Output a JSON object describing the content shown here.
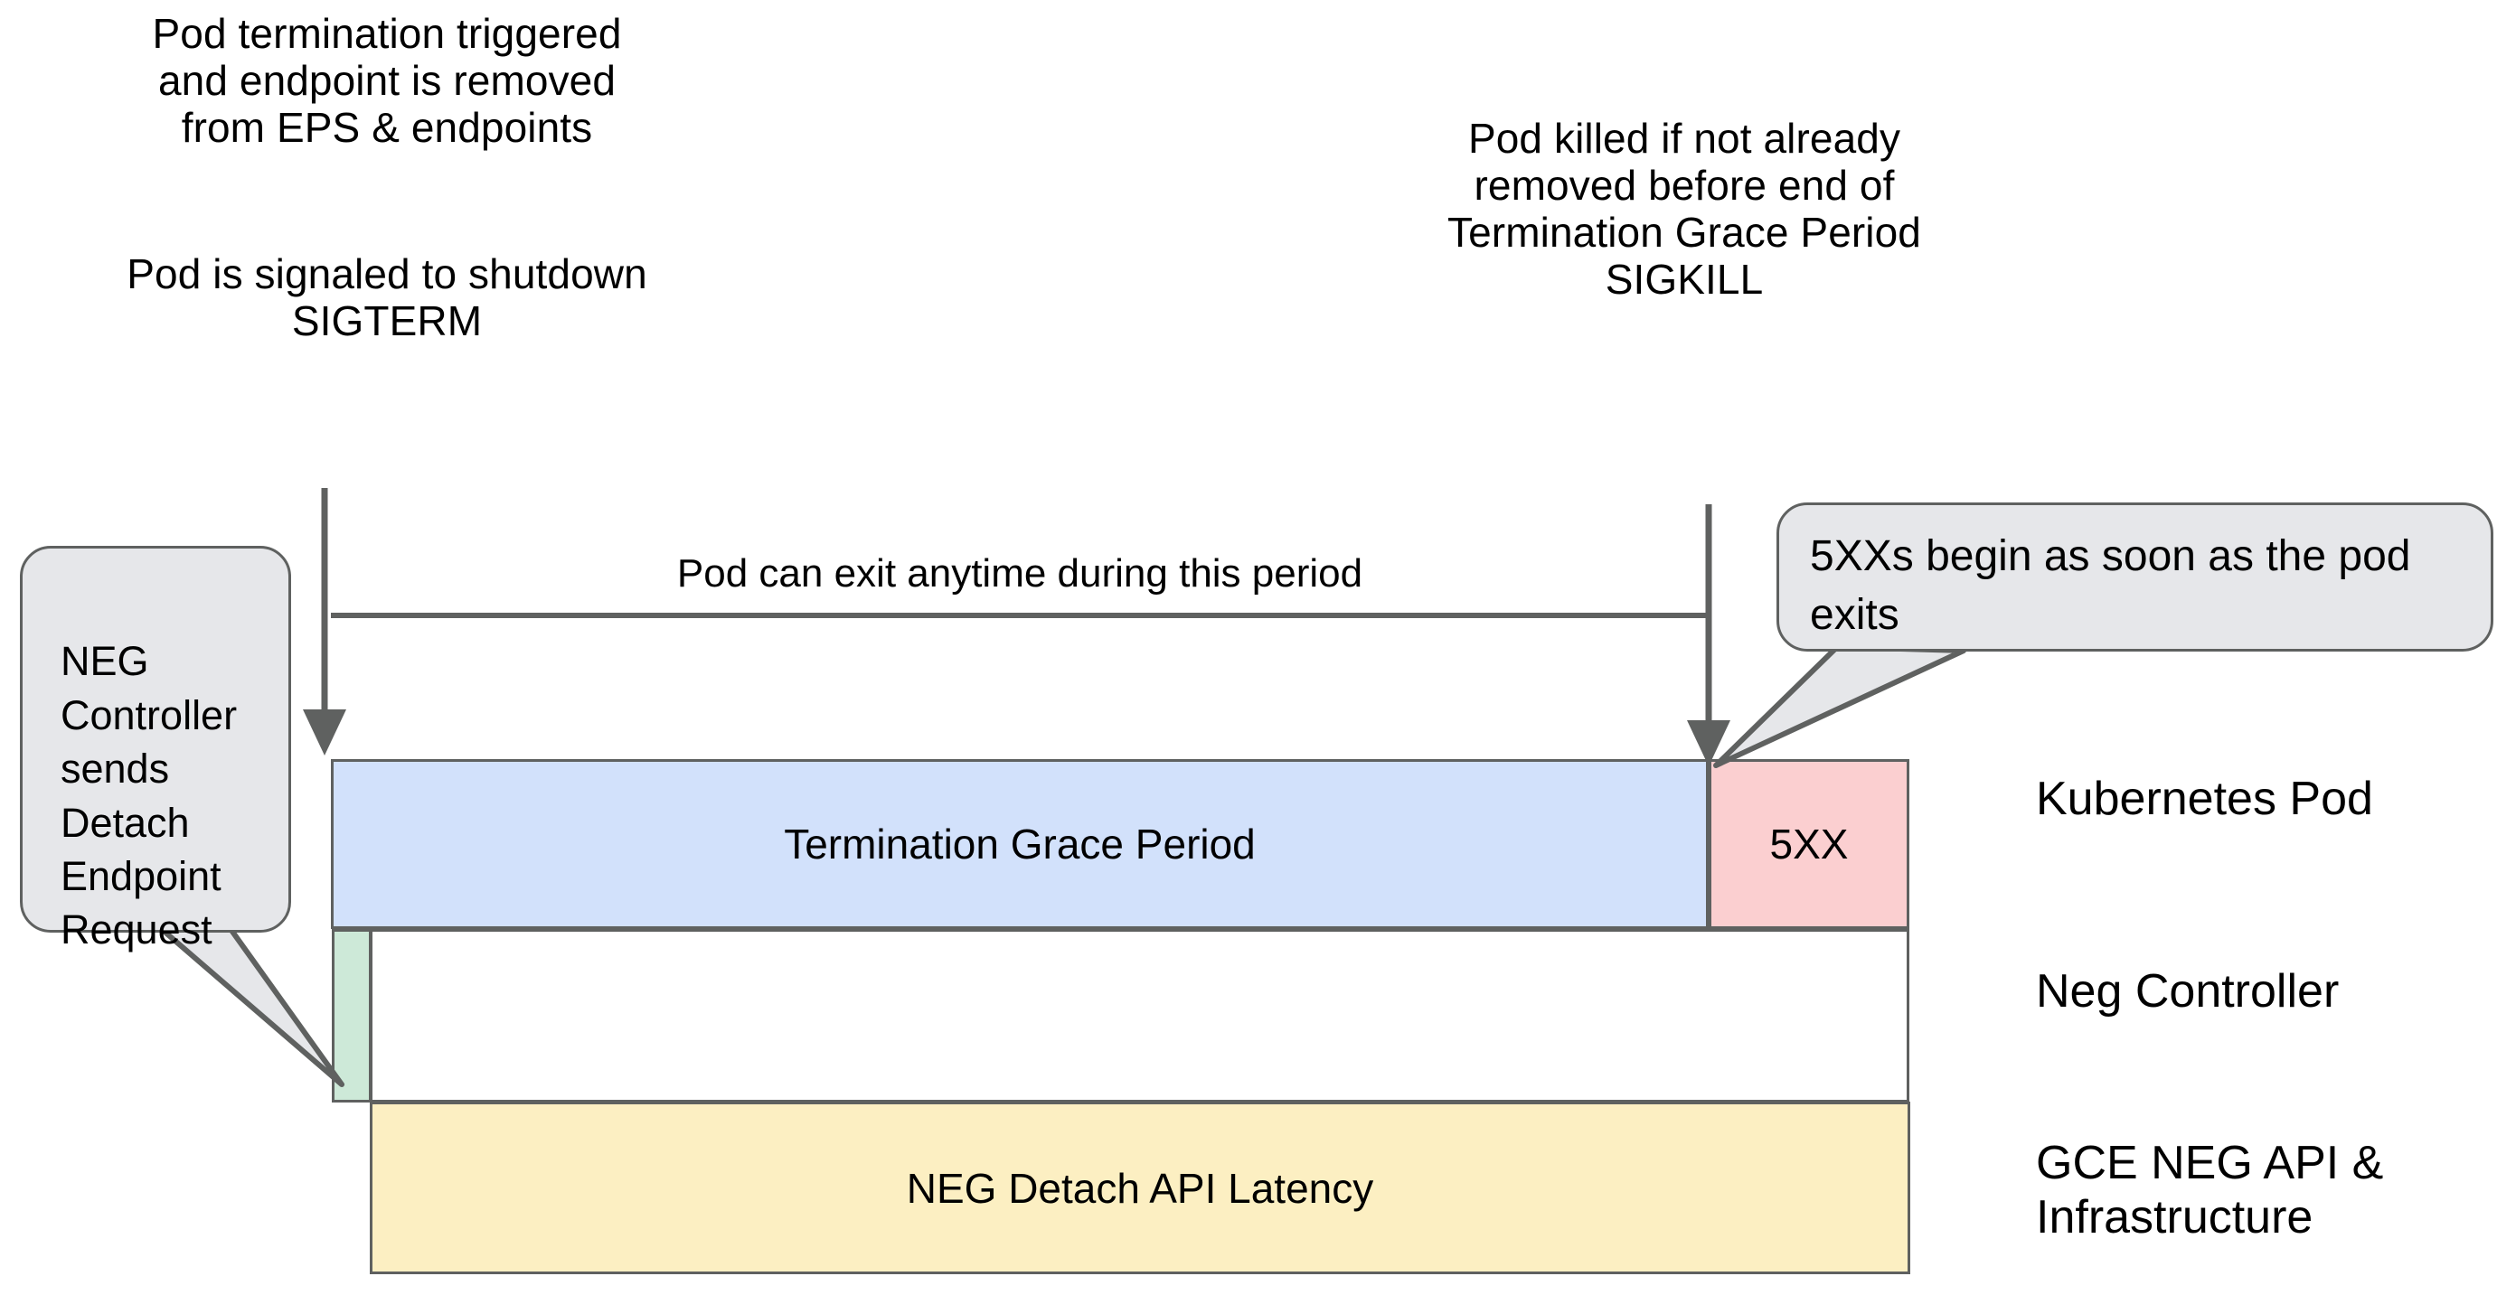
{
  "diagram": {
    "title": "Kubernetes Pod termination and NEG detach timeline",
    "background": "#ffffff"
  },
  "notes": {
    "pod_termination_triggered": "Pod termination triggered\nand endpoint is removed\nfrom EPS & endpoints",
    "pod_signaled_shutdown": "Pod is signaled to shutdown\nSIGTERM",
    "pod_killed": "Pod killed if not already\nremoved before end of\nTermination Grace Period\nSIGKILL"
  },
  "span": {
    "period_label": "Pod can exit anytime during this period"
  },
  "callouts": {
    "neg_controller": "NEG\nController\nsends\nDetach\nEndpoint\nRequest",
    "five_xx": "5XXs begin as soon as the pod exits"
  },
  "bars": {
    "termination_grace_period": {
      "label": "Termination Grace Period",
      "color": "#d2e1fb"
    },
    "five_xx": {
      "label": "5XX",
      "color": "#fbcfd0"
    },
    "neg_detach_request": {
      "label": "",
      "color": "#cde9d8"
    },
    "neg_detach_api_latency": {
      "label": "NEG Detach API Latency",
      "color": "#fcefc2"
    }
  },
  "lanes": {
    "kubernetes_pod": "Kubernetes Pod",
    "neg_controller": "Neg Controller",
    "gce_neg_api": "GCE NEG API &\nInfrastructure"
  },
  "colors": {
    "stroke": "#5f6160",
    "callout_fill": "#e6e7ea",
    "blue": "#d2e1fb",
    "red": "#fbcfd0",
    "green": "#cde9d8",
    "yellow": "#fcefc2",
    "text": "#000000"
  }
}
